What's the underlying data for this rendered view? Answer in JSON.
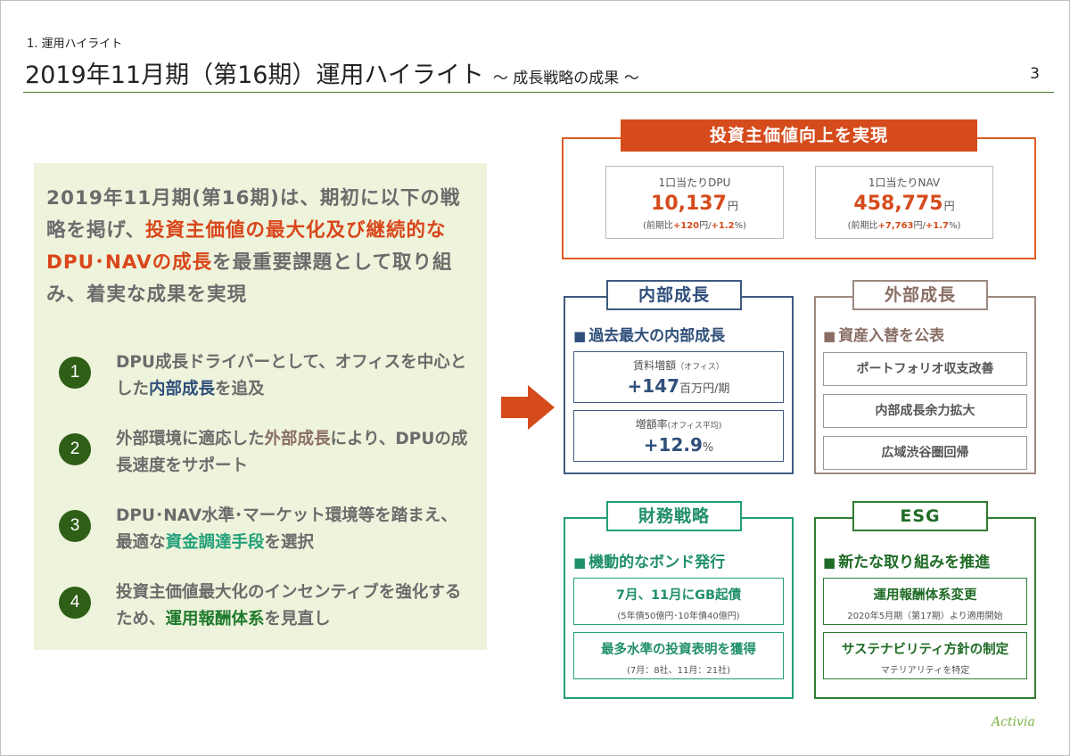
{
  "header": {
    "section": "1. 運用ハイライト",
    "title": "2019年11月期（第16期）運用ハイライト",
    "subtitle": "～ 成長戦略の成果 ～",
    "page_number": "3"
  },
  "left": {
    "lead_part1": "2019年11月期(第16期)は、期初に以下の戦略を掲げ、",
    "lead_emphasis": "投資主価値の最大化及び継続的なDPU･NAVの成長",
    "lead_part2": "を最重要課題として取り組み、着実な成果を実現",
    "items": [
      {
        "num": "1",
        "pre": "DPU成長ドライバーとして、オフィスを中心とした",
        "em": "内部成長",
        "post": "を追及"
      },
      {
        "num": "2",
        "pre": "外部環境に適応した",
        "em": "外部成長",
        "post": "により、DPUの成長速度をサポート"
      },
      {
        "num": "3",
        "pre": "DPU･NAV水準･マーケット環境等を踏まえ、最適な",
        "em": "資金調達手段",
        "post": "を選択"
      },
      {
        "num": "4",
        "pre": "投資主価値最大化のインセンティブを強化するため、",
        "em": "運用報酬体系",
        "post": "を見直し"
      }
    ]
  },
  "value": {
    "heading": "投資主価値向上を実現",
    "dpu": {
      "label": "1口当たりDPU",
      "value": "10,137",
      "unit": "円",
      "chg_pre": "(前期比",
      "chg_amt": "+120",
      "chg_amt_unit": "円/",
      "chg_pct": "+1.2",
      "chg_post": "%)"
    },
    "nav": {
      "label": "1口当たりNAV",
      "value": "458,775",
      "unit": "円",
      "chg_pre": "(前期比",
      "chg_amt": "+7,763",
      "chg_amt_unit": "円/",
      "chg_pct": "+1.7",
      "chg_post": "%)"
    }
  },
  "internal": {
    "heading": "内部成長",
    "sub": "過去最大の内部成長",
    "box1": {
      "label": "賃料増額",
      "label_note": "（オフィス）",
      "value": "+147",
      "unit": "百万円/期"
    },
    "box2": {
      "label": "増額率",
      "label_note": "(オフィス平均)",
      "value": "+12.9",
      "unit": "%"
    }
  },
  "external": {
    "heading": "外部成長",
    "sub": "資産入替を公表",
    "items": [
      "ポートフォリオ収支改善",
      "内部成長余力拡大",
      "広域渋谷圏回帰"
    ]
  },
  "finance": {
    "heading": "財務戦略",
    "sub": "機動的なボンド発行",
    "box1": {
      "main": "7月、11月にGB起債",
      "note": "(5年債50億円･10年債40億円)"
    },
    "box2": {
      "main": "最多水準の投資表明を獲得",
      "note": "(7月：8社、11月：21社)"
    }
  },
  "esg": {
    "heading": "ESG",
    "sub": "新たな取り組みを推進",
    "box1": {
      "main": "運用報酬体系変更",
      "note": "2020年5月期（第17期）より適用開始"
    },
    "box2": {
      "main": "サステナビリティ方針の制定",
      "note": "マテリアリティを特定"
    }
  },
  "logo": "Activia",
  "colors": {
    "orange": "#d54b1c",
    "navy": "#2f4f7a",
    "brown": "#8a6e65",
    "teal": "#22a07a",
    "green": "#1f7a2c",
    "panel": "#eef3dc"
  }
}
